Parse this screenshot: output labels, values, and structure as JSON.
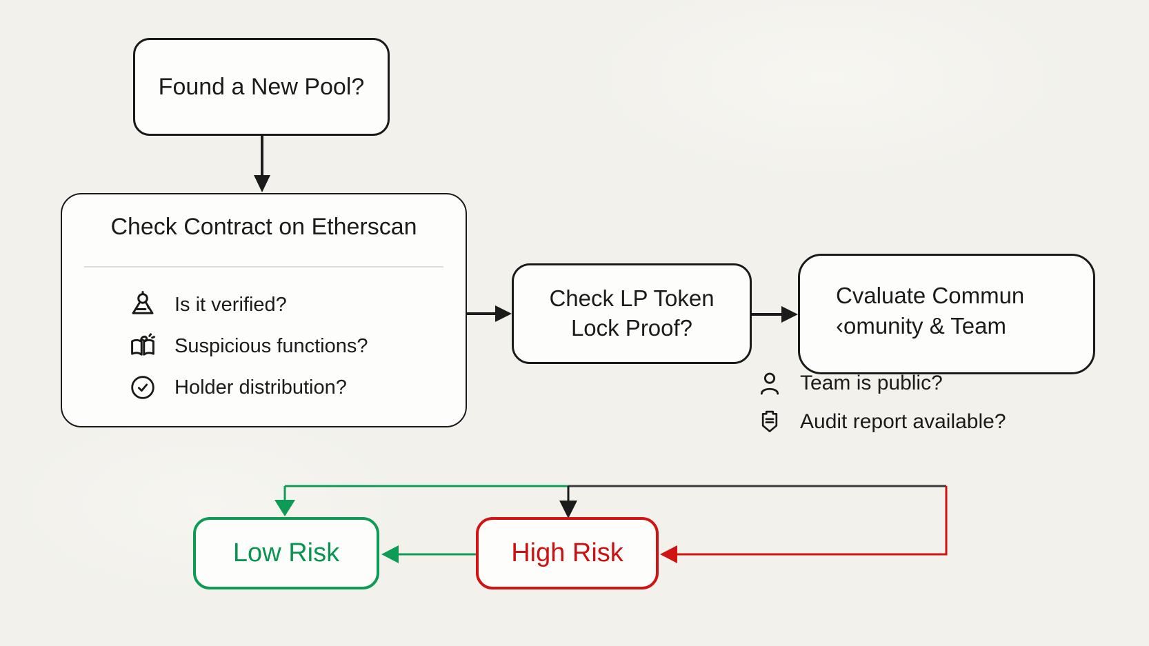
{
  "diagram_title": "Token pool risk assessment flowchart",
  "colors": {
    "background": "#f2f1ec",
    "node_fill": "#fdfdfc",
    "node_border": "#1a1a1a",
    "text": "#1b1b1b",
    "green": "#0d9b56",
    "red": "#d01313",
    "dark_line": "#3a3a3a",
    "divider": "#dcdcda"
  },
  "nodes": {
    "found_pool": {
      "label": "Found a New Pool?"
    },
    "etherscan": {
      "title": "Check Contract on Etherscan",
      "items": [
        {
          "icon": "verified-badge-icon",
          "label": "Is it verified?"
        },
        {
          "icon": "open-book-icon",
          "label": "Suspicious functions?"
        },
        {
          "icon": "check-circle-icon",
          "label": "Holder distribution?"
        }
      ]
    },
    "lp_lock": {
      "lines": [
        "Check LP Token",
        "Lock Proof?"
      ]
    },
    "evaluate": {
      "lines": [
        "Cvaluate Commun",
        "‹omunity & Team"
      ]
    },
    "team_checklist": [
      {
        "icon": "person-icon",
        "label": "Team is public?"
      },
      {
        "icon": "clipboard-icon",
        "label": "Audit report available?"
      }
    ],
    "low_risk": {
      "label": "Low Risk"
    },
    "high_risk": {
      "label": "High Risk"
    }
  }
}
